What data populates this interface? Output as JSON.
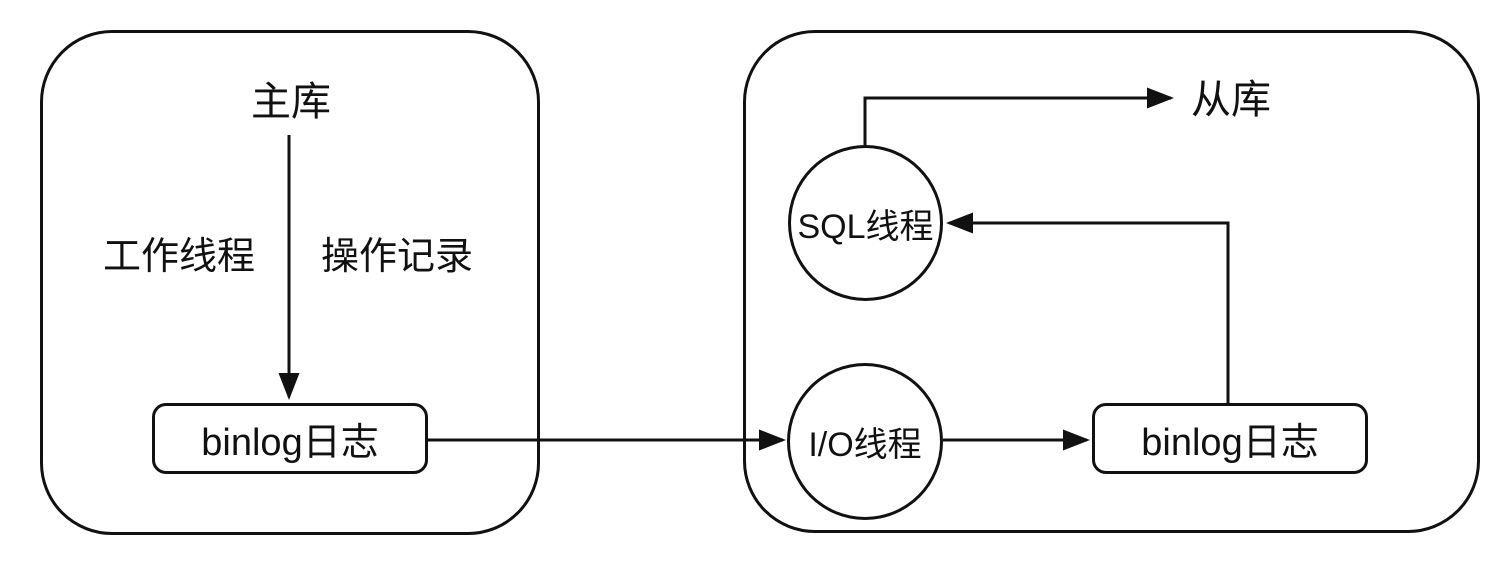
{
  "diagram": {
    "colors": {
      "background": "#ffffff",
      "stroke": "#111111",
      "text": "#111111"
    },
    "master": {
      "title": "主库",
      "worker_thread": "工作线程",
      "operation_record": "操作记录",
      "binlog": "binlog日志"
    },
    "slave": {
      "title": "从库",
      "sql_thread": "SQL线程",
      "io_thread": "I/O线程",
      "binlog": "binlog日志"
    },
    "flows": [
      {
        "from": "主库",
        "to": "binlog日志 (主库)",
        "labels": [
          "工作线程",
          "操作记录"
        ]
      },
      {
        "from": "binlog日志 (主库)",
        "to": "I/O线程"
      },
      {
        "from": "I/O线程",
        "to": "binlog日志 (从库)"
      },
      {
        "from": "binlog日志 (从库)",
        "to": "SQL线程"
      },
      {
        "from": "SQL线程",
        "to": "从库"
      }
    ]
  }
}
